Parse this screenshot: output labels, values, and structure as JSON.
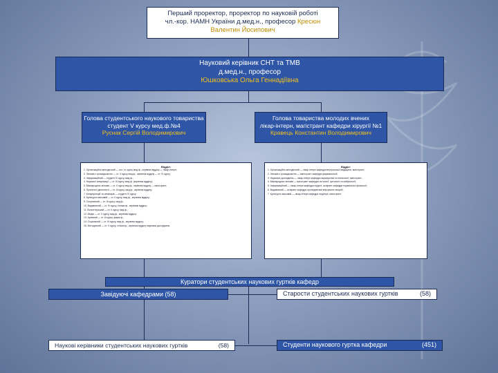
{
  "top": {
    "line1": "Перший проректор, проректор по науковій роботі",
    "line2_prefix": "чл.-кор. НАМН України д.мед.н., професор ",
    "line2_highlight": "Кресюн",
    "line3": "Валентин Йосипович"
  },
  "scientific_head": {
    "line1": "Науковий керівник СНТ та ТМВ",
    "line2": "д.мед.н., професор",
    "line3": "Юшковська Ольга Геннадіївна"
  },
  "student_society": {
    "line1": "Голова студентського наукового товариства",
    "line2": "студент V курсу мед.ф.№4",
    "line3": "Руснак Сергій Володимирович"
  },
  "young_scientists": {
    "line1": "Голова товариства молодих вчених",
    "line2": "лікар-інтерн, магістрант кафедри хірургії №1",
    "line3": "Кравець Константин Володимирович"
  },
  "left_panel": {
    "title": "Відділ:",
    "items": [
      "1. Організаційно-методичний — гол. ст. курсу мед.ф., керівник відділу — лікар-інтерн;",
      "2. Зв'язків з громадськістю — ст. V курсу мед.ф., керівник відділу — ст. IV курсу;",
      "3. Інформаційний — студент IV курсу, мед.ф.;",
      "4. Наукової комунікації — ст. IV курсу, мед.ф. (керівник відділу);",
      "5. Міжнародних зв'язків — ст. V курсу мед.ф., керівник відділу — магістрант;",
      "6. Проектної діяльності — ст. III курсу, мед.ф., керівник відділу;",
      "7. Конференцій та семінарів — студент IV курсу;",
      "8. Культурно-масовий — ст. II курсу, мед.ф., керівник відділу;",
      "9. Спортивний — ст. III курсу, мед.ф.;",
      "10. Видавничий — ст. IV курсу, стомат.ф., керівник відділу;",
      "11. Волонтерський — ст. II курсу, мед.ф.;",
      "12. Медіа — ст. V курсу, мед.ф., керівник відділу;",
      "13. Архівний — ст. III курсу, фарм.ф.;",
      "14. Соціальний — ст. IV курсу, мед.ф., керівник відділу;",
      "15. Методичний — ст. V курсу, стомат.ф., керівник відділу наукових досліджень."
    ]
  },
  "right_panel": {
    "title": "Відділ:",
    "items": [
      "1. Організаційно-методичний — лікар-інтерн кафедри внутрішньої медицини, магістрант;",
      "2. Зв'язків з громадськістю — магістрант кафедри фармакології;",
      "3. Наукових досліджень — лікар-інтерн кафедри акушерства та гінекології, магістрант;",
      "4. Міжнародних зв'язків — магістрант кафедри гістології, цитології та ембріології;",
      "5. Інформаційний — лікар-інтерн кафедри хірургії, аспірант кафедри нормальної фізіології;",
      "6. Видавничий — аспірант кафедри пропедевтики внутрішніх хвороб;",
      "7. Культурно-масовий — лікар-інтерн кафедри педіатрії, магістрант."
    ]
  },
  "curators": "Куратори студентських наукових гуртків кафедр",
  "heads_of_departments": {
    "label": "Завідуючі кафедрами",
    "count": "(58)"
  },
  "group_elders": {
    "label": "Старости студентських наукових гуртків",
    "count": "(58)"
  },
  "scientific_supervisors": {
    "label": "Наукові керівники студентських наукових гуртків",
    "count": "(58)"
  },
  "group_students": {
    "label": "Студенти наукового гуртка кафедри",
    "count": "(451)"
  }
}
